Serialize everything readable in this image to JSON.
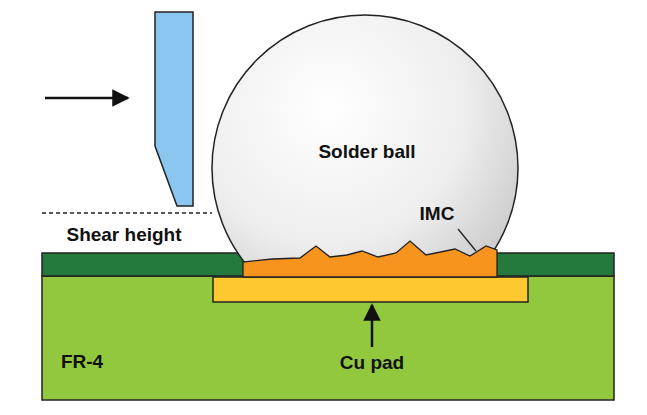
{
  "diagram": {
    "nodes": [
      {
        "text": [
          "Solder ball"
        ]
      },
      {
        "text": [
          "FR-4"
        ]
      }
    ],
    "labels": [
      "IMC",
      "Shear height",
      "Cu pad"
    ]
  }
}
